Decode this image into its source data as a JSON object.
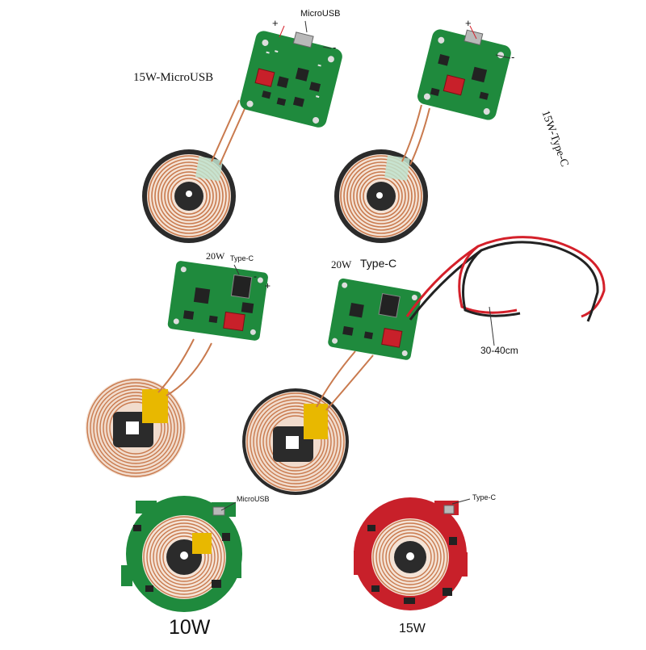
{
  "colors": {
    "pcb_green": "#1f8a3d",
    "pcb_green_dark": "#146b2b",
    "pcb_red": "#c8202a",
    "coil_copper": "#c97a4e",
    "coil_base": "#2a2a2a",
    "tape_yellow": "#e8b800",
    "wire_red": "#d4202a",
    "wire_black": "#222222"
  },
  "labels": {
    "module1_model": "15W-MicroUSB",
    "module1_port": "MicroUSB",
    "module1_plus": "+",
    "module1_minus": "-",
    "module2_model": "15W-Type-C",
    "module2_plus": "+",
    "module2_minus": "-",
    "module3_power": "20W",
    "module3_port": "Type-C",
    "module3_minus": "-",
    "module3_plus": "+",
    "module4_power": "20W",
    "module4_port": "Type-C",
    "cable_length": "30-40cm",
    "module5_port": "MicroUSB",
    "module5_power": "10W",
    "module6_port": "Type-C",
    "module6_power": "15W"
  }
}
